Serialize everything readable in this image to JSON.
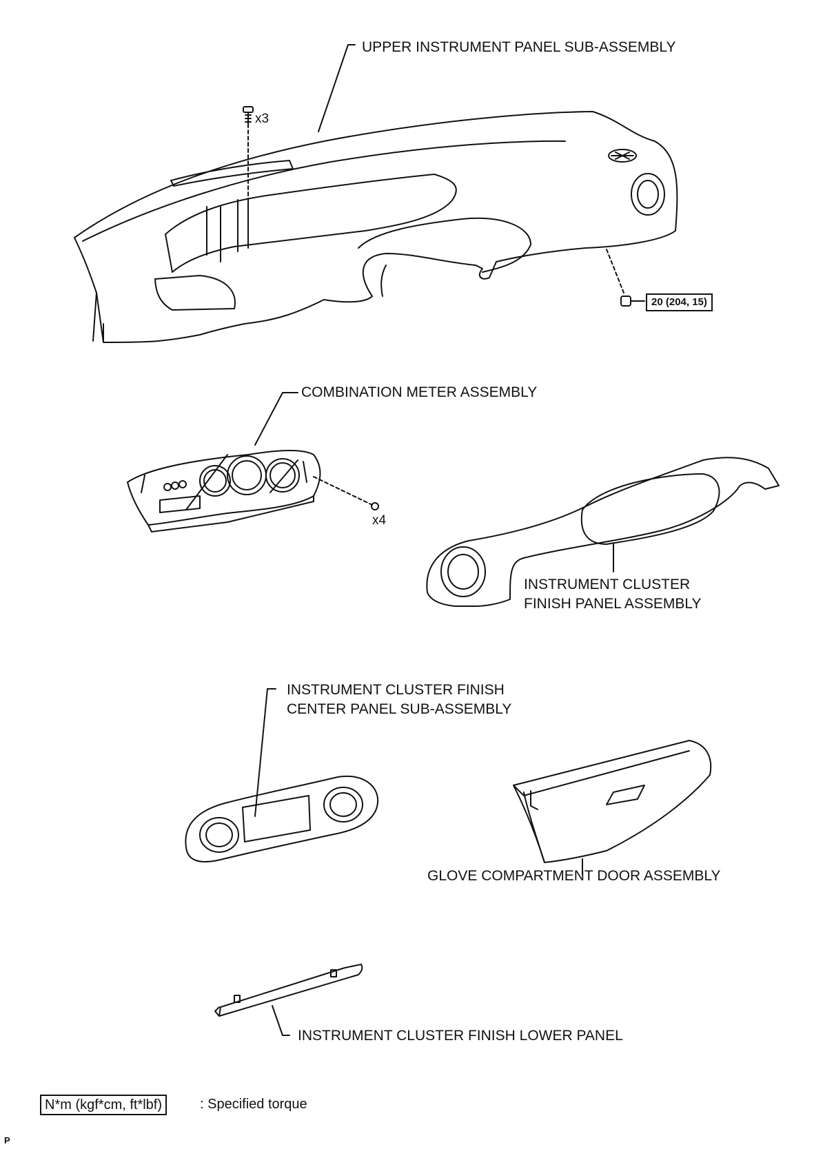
{
  "parts": {
    "upper_instrument_panel": "UPPER INSTRUMENT PANEL SUB-ASSEMBLY",
    "combination_meter": "COMBINATION METER ASSEMBLY",
    "instrument_cluster_finish_panel": [
      "INSTRUMENT CLUSTER",
      "FINISH PANEL ASSEMBLY"
    ],
    "center_panel": [
      "INSTRUMENT CLUSTER FINISH",
      "CENTER PANEL SUB-ASSEMBLY"
    ],
    "glove_compartment_door": "GLOVE COMPARTMENT DOOR ASSEMBLY",
    "lower_panel": "INSTRUMENT CLUSTER FINISH LOWER PANEL"
  },
  "fasteners": {
    "upper_panel_screw_qty": "x3",
    "meter_screw_qty": "x4",
    "torque_value": "20 (204, 15)"
  },
  "legend": {
    "torque_units": "N*m (kgf*cm, ft*lbf)",
    "torque_desc": ": Specified torque"
  },
  "footer": {
    "corner_mark": "P"
  }
}
